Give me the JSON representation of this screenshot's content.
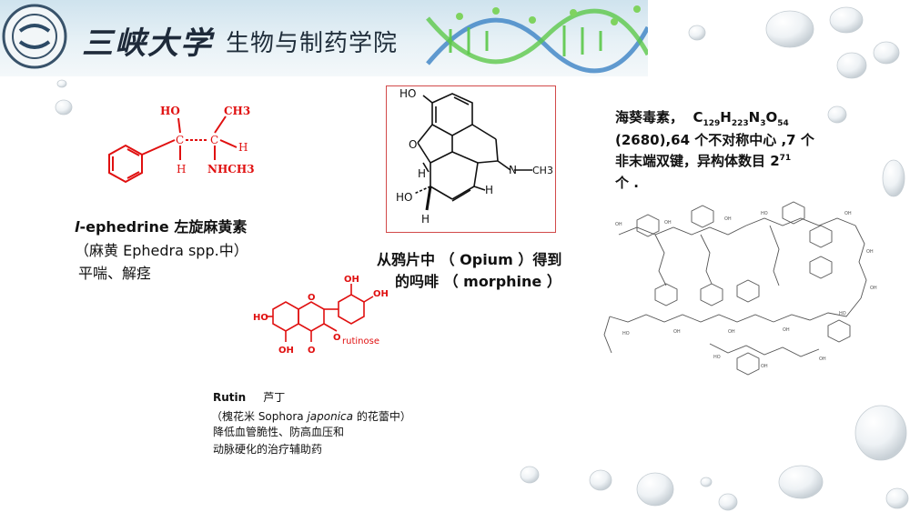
{
  "header": {
    "school_name": "三峡大学",
    "college_name": "生物与制药学院"
  },
  "ephedrine": {
    "atoms": {
      "ho": "HO",
      "ch3": "CH3",
      "c1": "C",
      "c2": "C",
      "h1": "H",
      "h2": "H",
      "nhch3": "NHCH3"
    },
    "line1_italic": "l",
    "line1_rest": "-ephedrine  左旋麻黄素",
    "line2": "（麻黄 Ephedra spp.中）",
    "line3": "平喘、解痉"
  },
  "rutin": {
    "atoms": {
      "ho_left": "HO",
      "ho_top": "OH",
      "oh_right": "OH",
      "oh_bottom": "OH",
      "o_ring": "O",
      "o_keto": "O",
      "o_rutinose": "O",
      "rutinose": "rutinose"
    },
    "name": "Rutin",
    "name_cn": "芦丁",
    "source_prefix": "（槐花米 Sophora  ",
    "source_italic": "japonica",
    "source_suffix": " 的花蕾中）",
    "use1": "降低血管脆性、防高血压和",
    "use2": "动脉硬化的治疗辅助药"
  },
  "morphine": {
    "atoms": {
      "ho_top": "HO",
      "ho_bottom": "HO",
      "o": "O",
      "h_left": "H",
      "h_right": "H",
      "h_bottom": "H",
      "n": "N",
      "ch3": "CH3"
    },
    "caption1": "从鸦片中 （ Opium ）得到",
    "caption2": "的吗啡 （ morphine ）"
  },
  "palytoxin": {
    "name": "海葵毒素，",
    "formula": {
      "c": "C",
      "c_sub": "129",
      "h": "H",
      "h_sub": "223",
      "n": "N",
      "n_sub": "3",
      "o": "O",
      "o_sub": "54"
    },
    "line2": "(2680),64 个不对称中心 ,7 个",
    "line3_prefix": "非末端双键，异构体数目 2",
    "line3_sup": "71",
    "line4": "个 ."
  },
  "colors": {
    "red_structure": "#e01010",
    "black_structure": "#111111",
    "banner_blue": "#cfe3ee",
    "dna_green": "#5cc84a",
    "dna_blue": "#3b82c4"
  }
}
